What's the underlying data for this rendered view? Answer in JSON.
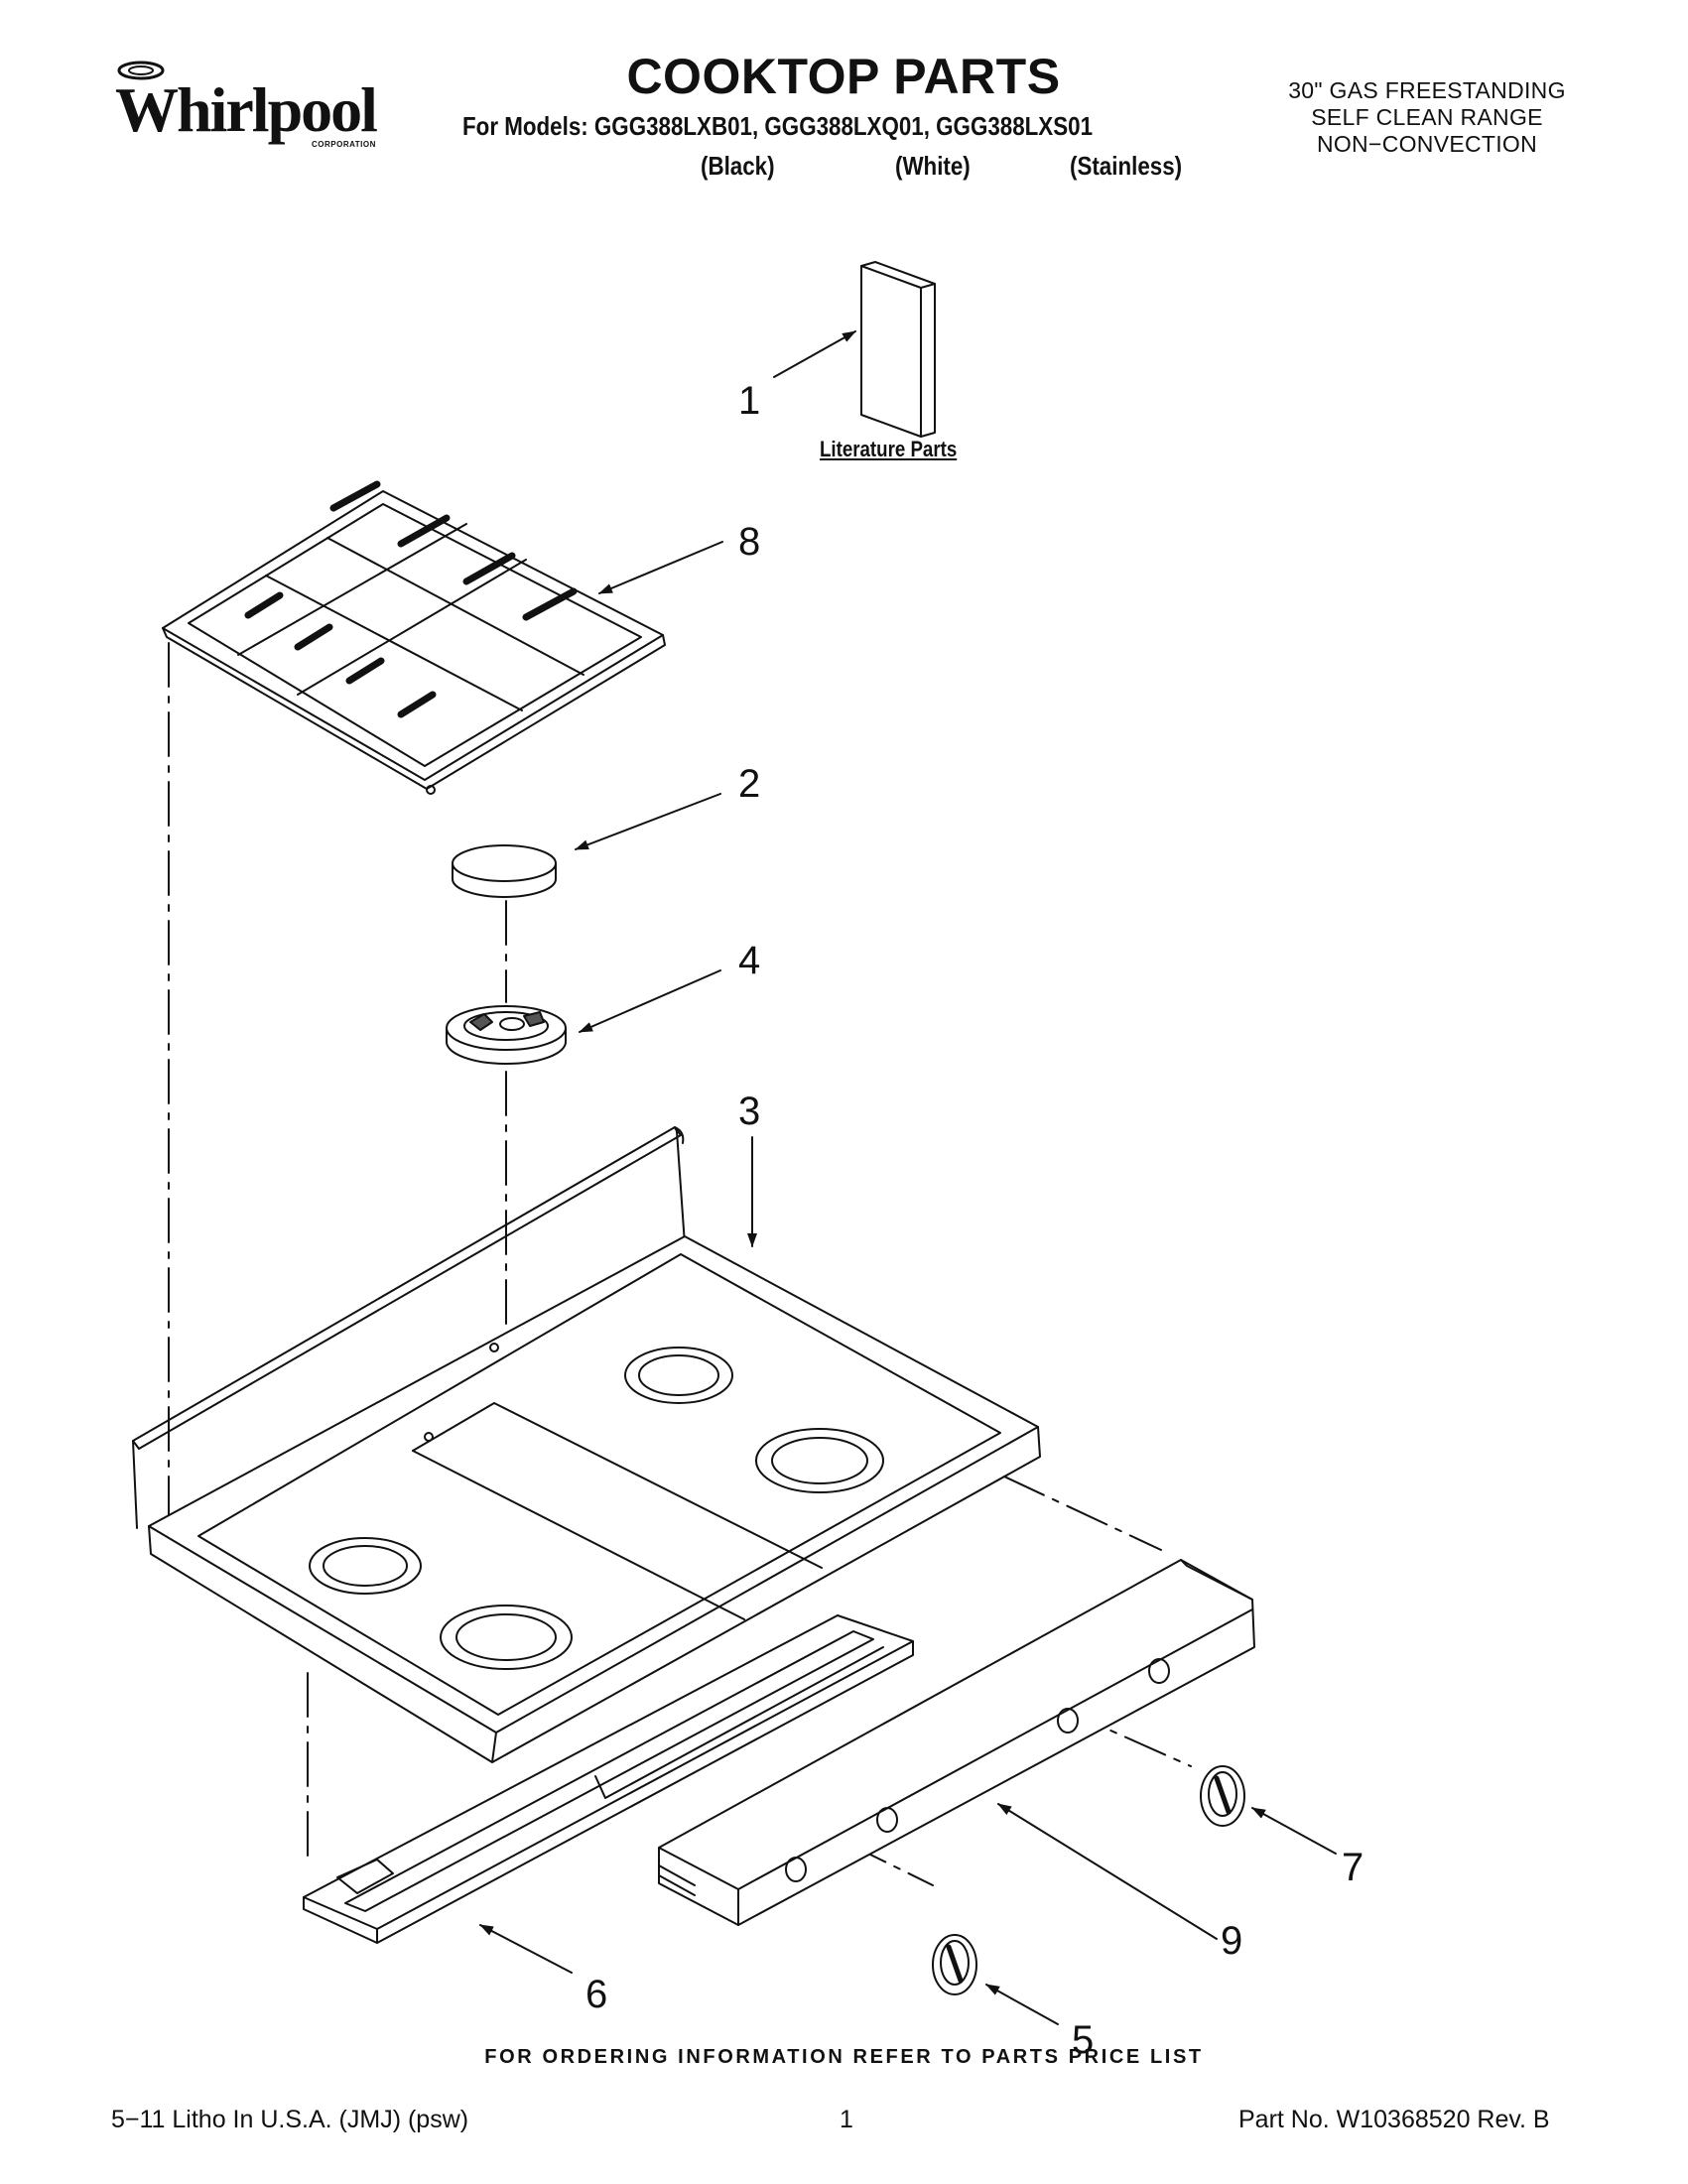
{
  "header": {
    "brand": "Whirlpool",
    "brand_sub": "CORPORATION",
    "title": "COOKTOP PARTS",
    "models_line": "For Models: GGG388LXB01, GGG388LXQ01, GGG388LXS01",
    "finishes": [
      "(Black)",
      "(White)",
      "(Stainless)"
    ],
    "description": [
      "30\" GAS FREESTANDING",
      "SELF CLEAN RANGE",
      "NON−CONVECTION"
    ]
  },
  "diagram": {
    "literature_label": "Literature Parts",
    "callouts": [
      "1",
      "8",
      "2",
      "4",
      "3",
      "7",
      "9",
      "6",
      "5"
    ]
  },
  "footer": {
    "ordering": "FOR ORDERING INFORMATION REFER TO PARTS PRICE LIST",
    "litho": "5−11 Litho In U.S.A. (JMJ) (psw)",
    "page": "1",
    "part_no": "Part No. W10368520 Rev. B"
  }
}
